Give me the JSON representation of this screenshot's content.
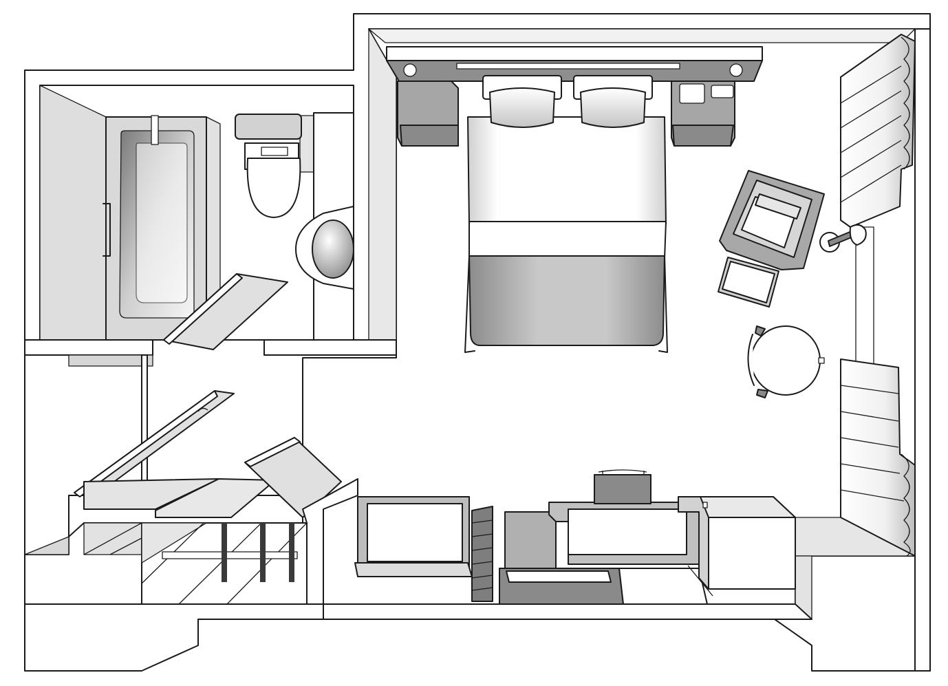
{
  "diagram": {
    "kind": "isometric hotel room floor plan",
    "palette": {
      "wall_top": "#ffffff",
      "floor": "#ffffff",
      "wall_shade_light": "#e6e6e6",
      "wall_shade_mid": "#cfcfcf",
      "furniture_dark": "#8a8a8a",
      "furniture_mid": "#b0b0b0",
      "furniture_light": "#d8d8d8",
      "line": "#1a1a1a"
    },
    "zones": [
      "bathroom",
      "toilet",
      "washbasin",
      "bedroom",
      "entry-closet",
      "desk-area",
      "window"
    ],
    "furniture": [
      "bathtub",
      "toilet",
      "washbasin",
      "double-bed",
      "pillow",
      "pillow",
      "nightstand",
      "nightstand",
      "armchair",
      "ottoman",
      "floor-lamp",
      "round-table",
      "chair",
      "tv-console",
      "desk",
      "desk-chair",
      "mini-fridge",
      "luggage-rack",
      "clothes-rail",
      "hangers",
      "curtains"
    ]
  }
}
